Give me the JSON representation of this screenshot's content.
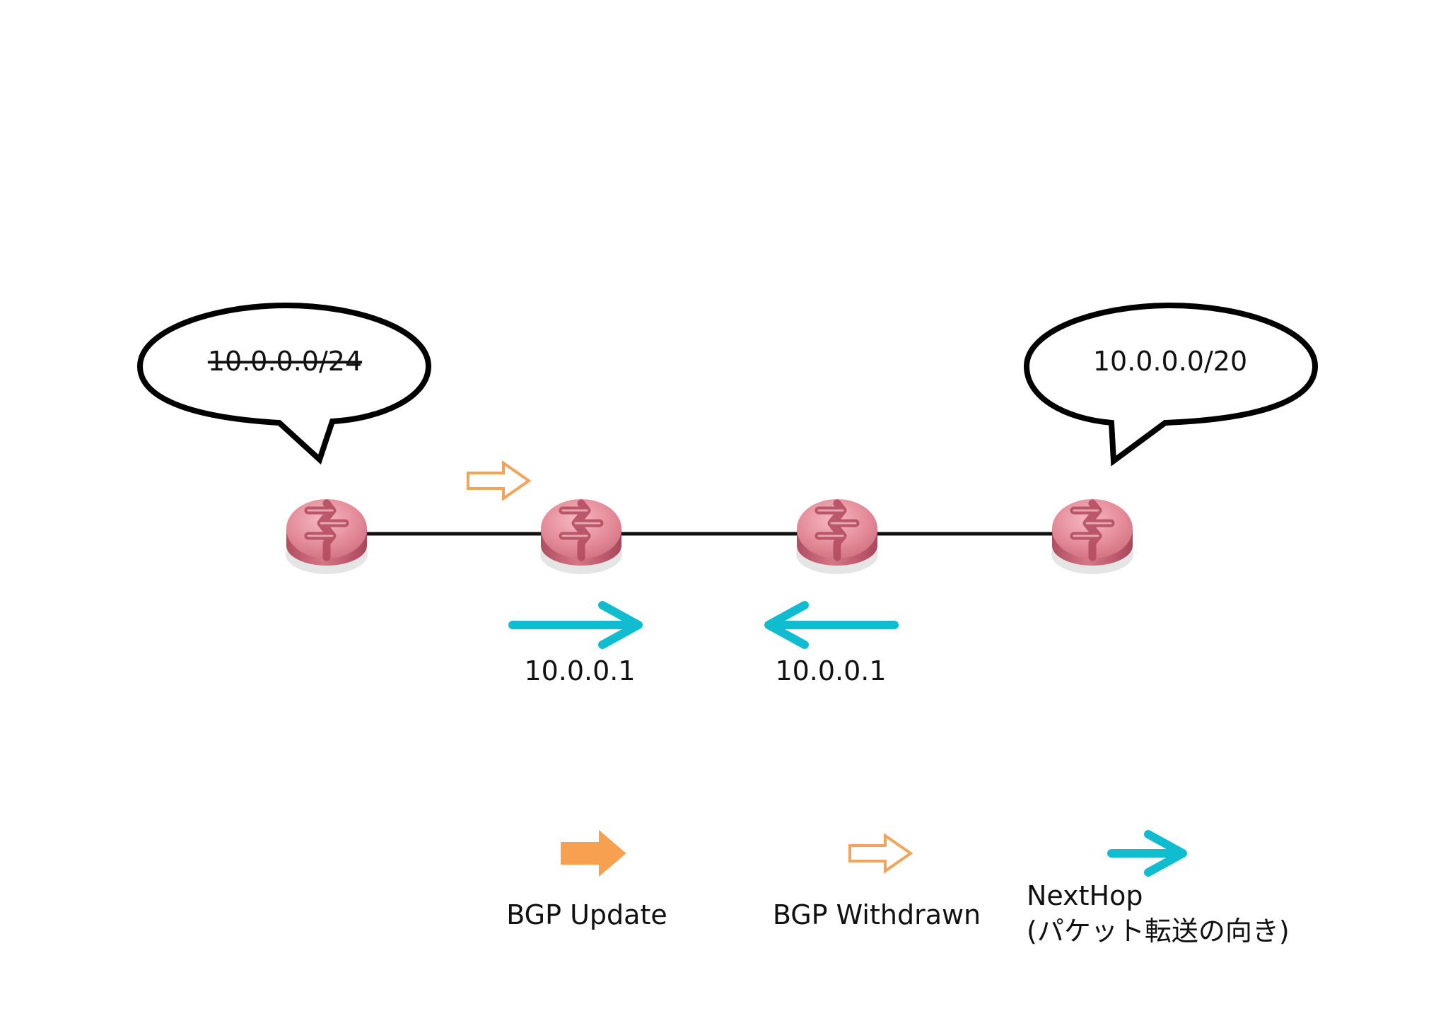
{
  "callouts": {
    "left": {
      "text": "10.0.0.0/24",
      "struck": true
    },
    "right": {
      "text": "10.0.0.0/20",
      "struck": false
    }
  },
  "nexthop_labels": {
    "first": "10.0.0.1",
    "second": "10.0.0.1"
  },
  "legend": {
    "update": "BGP Update",
    "withdrawn": "BGP Withdrawn",
    "nexthop_line1": "NextHop",
    "nexthop_line2": "(パケット転送の向き)"
  },
  "routers": [
    {
      "icon": "router-icon"
    },
    {
      "icon": "router-icon"
    },
    {
      "icon": "router-icon"
    },
    {
      "icon": "router-icon"
    }
  ],
  "colors": {
    "update_fill": "#F7A04F",
    "withdrawn_stroke": "#F2A45A",
    "nexthop": "#10BCCF",
    "router_top": "#E58C9A",
    "router_side": "#C45E70",
    "router_symbol": "#B2495D",
    "link": "#111111",
    "callout_stroke": "#000000"
  }
}
